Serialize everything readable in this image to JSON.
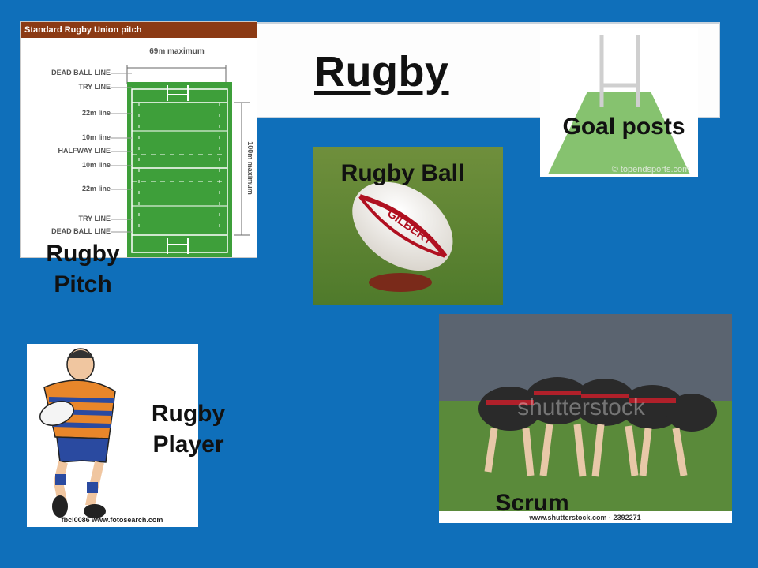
{
  "slide": {
    "title": "Rugby",
    "pitch": {
      "header": "Standard Rugby Union pitch",
      "width_label": "69m maximum",
      "length_label": "100m maximum",
      "lines": [
        "DEAD BALL LINE",
        "TRY LINE",
        "22m line",
        "10m line",
        "HALFWAY LINE",
        "10m line",
        "22m line",
        "TRY LINE",
        "DEAD BALL LINE"
      ],
      "caption": [
        "Rugby",
        "Pitch"
      ]
    },
    "goal_posts": {
      "caption": "Goal posts",
      "watermark": "© topendsports.com"
    },
    "ball": {
      "caption": "Rugby Ball",
      "brand": "GILBERT"
    },
    "player": {
      "caption": [
        "Rugby",
        "Player"
      ],
      "credit": "fbcl0086  www.fotosearch.com"
    },
    "scrum": {
      "caption": "Scrum",
      "credit": "www.shutterstock.com · 2392271",
      "watermark": "shutterstock"
    }
  }
}
